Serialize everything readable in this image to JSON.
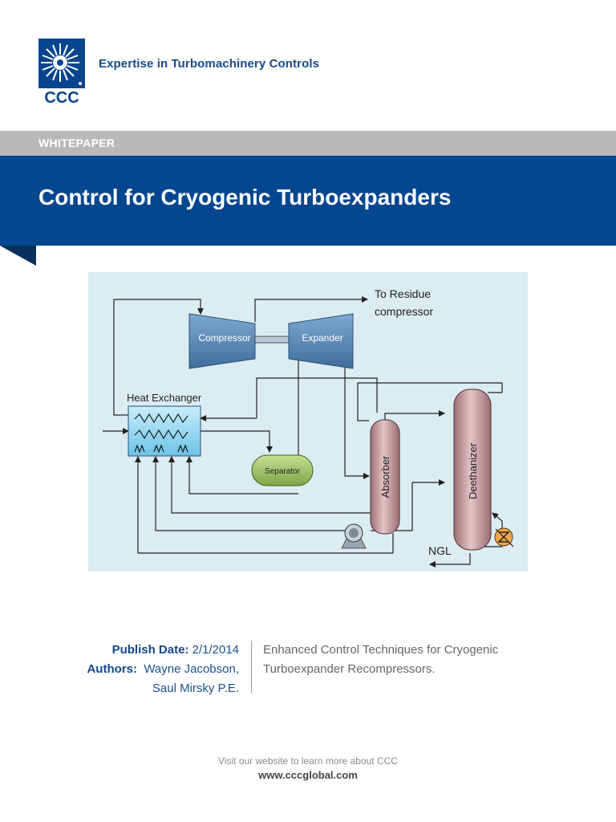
{
  "header": {
    "logo_text": "CCC",
    "tagline": "Expertise in Turbomachinery Controls"
  },
  "banner": {
    "label": "WHITEPAPER",
    "title": "Control for Cryogenic Turboexpanders"
  },
  "diagram": {
    "residue_line1": "To Residue",
    "residue_line2": "compressor",
    "compressor": "Compressor",
    "expander": "Expander",
    "heat_exchanger": "Heat Exchanger",
    "separator": "Separator",
    "absorber": "Absorber",
    "deethanizer": "Deethanizer",
    "ngl": "NGL",
    "colors": {
      "machine": "#4f7fae",
      "exchanger": "#8fd3ef",
      "separator": "#94b85c",
      "column": "#b98a8f"
    }
  },
  "meta": {
    "publish_label": "Publish Date:",
    "publish_date": "2/1/2014",
    "authors_label": "Authors:",
    "author1": "Wayne Jacobson,",
    "author2": "Saul Mirsky P.E.",
    "summary": "Enhanced Control Techniques for Cryogenic Turboexpander Recompressors."
  },
  "footer": {
    "visit": "Visit our website to learn more about CCC",
    "url": "www.cccglobal.com"
  }
}
